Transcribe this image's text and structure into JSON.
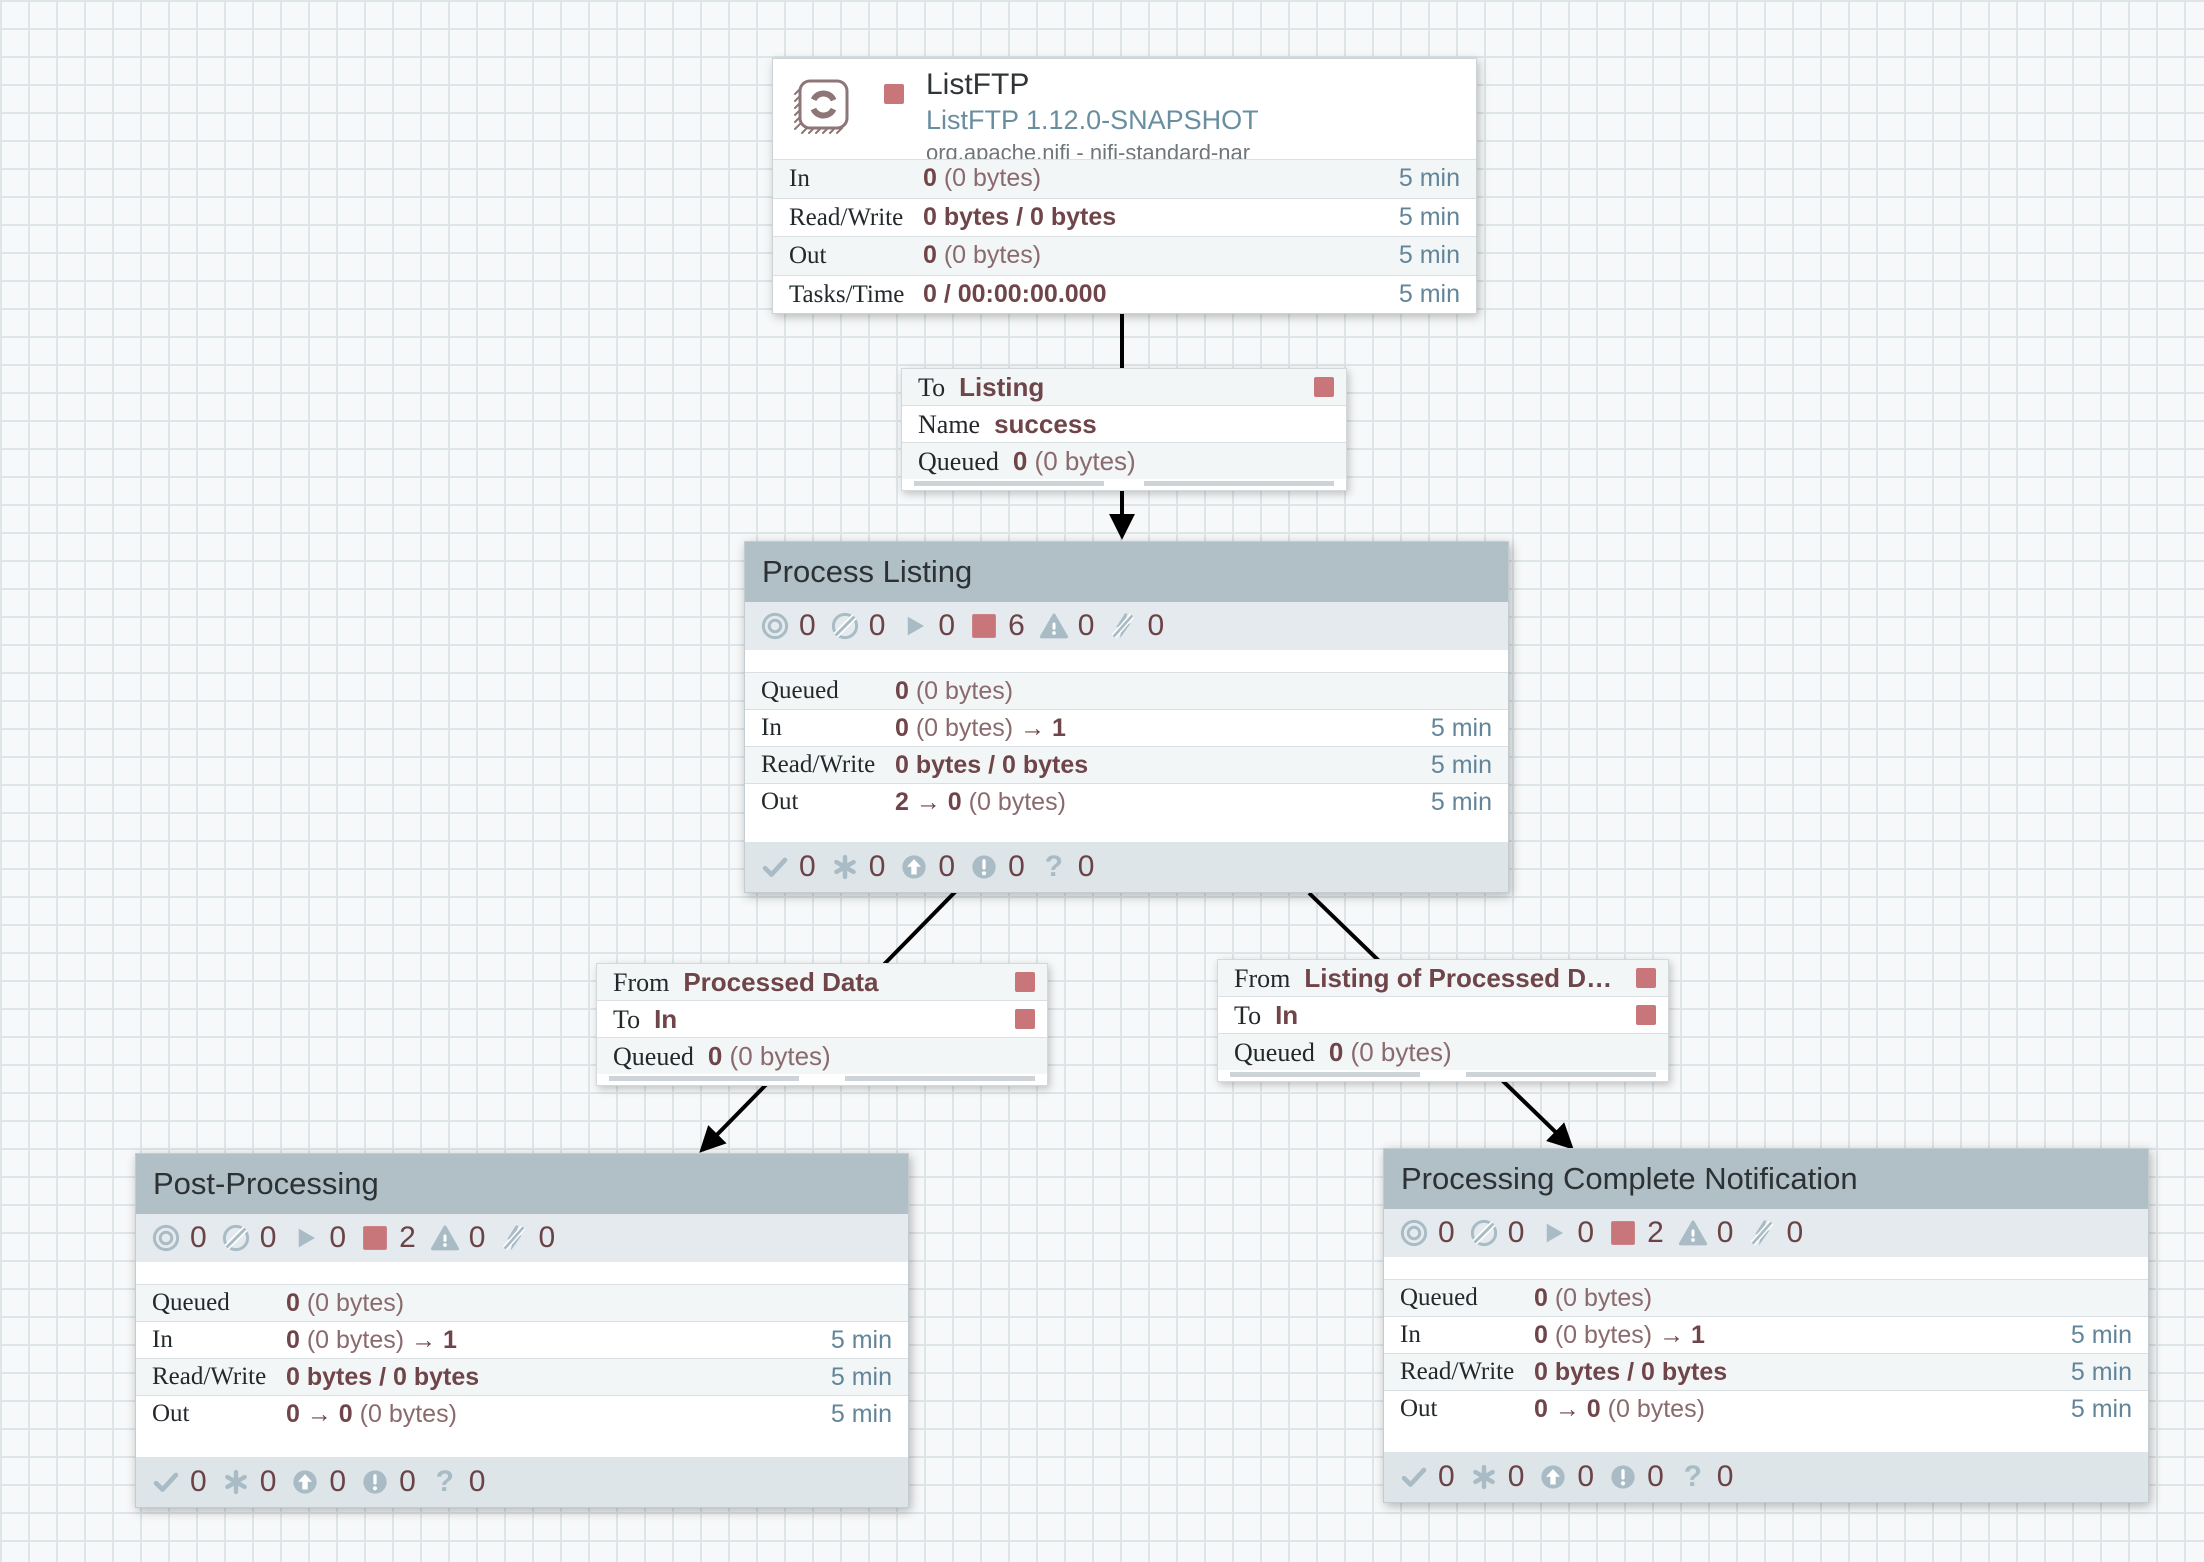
{
  "processor": {
    "title": "ListFTP",
    "type": "ListFTP 1.12.0-SNAPSHOT",
    "bundle": "org.apache.nifi - nifi-standard-nar",
    "state": "stopped",
    "rows": [
      {
        "label": "In",
        "segments": [
          [
            "0",
            1
          ],
          [
            " (0 bytes)",
            0
          ]
        ],
        "window": "5 min"
      },
      {
        "label": "Read/Write",
        "segments": [
          [
            "0 bytes / 0 bytes",
            1
          ]
        ],
        "window": "5 min"
      },
      {
        "label": "Out",
        "segments": [
          [
            "0",
            1
          ],
          [
            " (0 bytes)",
            0
          ]
        ],
        "window": "5 min"
      },
      {
        "label": "Tasks/Time",
        "segments": [
          [
            "0 / 00:00:00.000",
            1
          ]
        ],
        "window": "5 min"
      }
    ]
  },
  "connections": [
    {
      "id": "listftp-to-listing",
      "rows": [
        {
          "label": "To",
          "segments": [
            [
              "Listing",
              1
            ]
          ],
          "square": true
        },
        {
          "label": "Name",
          "segments": [
            [
              "success",
              1
            ]
          ],
          "square": false
        },
        {
          "label": "Queued",
          "segments": [
            [
              "0",
              1
            ],
            [
              " (0 bytes)",
              0
            ]
          ],
          "square": false
        }
      ]
    },
    {
      "id": "processed-data-to-in",
      "rows": [
        {
          "label": "From",
          "segments": [
            [
              "Processed Data",
              1
            ]
          ],
          "square": true
        },
        {
          "label": "To",
          "segments": [
            [
              "In",
              1
            ]
          ],
          "square": true
        },
        {
          "label": "Queued",
          "segments": [
            [
              "0",
              1
            ],
            [
              " (0 bytes)",
              0
            ]
          ],
          "square": false
        }
      ]
    },
    {
      "id": "listing-of-processed-data-to-in",
      "rows": [
        {
          "label": "From",
          "segments": [
            [
              "Listing of Processed D…",
              1
            ]
          ],
          "square": true
        },
        {
          "label": "To",
          "segments": [
            [
              "In",
              1
            ]
          ],
          "square": true
        },
        {
          "label": "Queued",
          "segments": [
            [
              "0",
              1
            ],
            [
              " (0 bytes)",
              0
            ]
          ],
          "square": false
        }
      ]
    }
  ],
  "groups": [
    {
      "title": "Process Listing",
      "status": [
        {
          "icon": "transmitting",
          "count": "0"
        },
        {
          "icon": "not-transmitting",
          "count": "0"
        },
        {
          "icon": "running",
          "count": "0"
        },
        {
          "icon": "stopped",
          "count": "6"
        },
        {
          "icon": "warning",
          "count": "0"
        },
        {
          "icon": "invalid",
          "count": "0"
        }
      ],
      "rows": [
        {
          "label": "Queued",
          "segments": [
            [
              "0",
              1
            ],
            [
              " (0 bytes)",
              0
            ]
          ],
          "window": ""
        },
        {
          "label": "In",
          "segments": [
            [
              "0",
              1
            ],
            [
              " (0 bytes) ",
              0
            ],
            [
              "→ 1",
              1
            ]
          ],
          "window": "5 min"
        },
        {
          "label": "Read/Write",
          "segments": [
            [
              "0 bytes / 0 bytes",
              1
            ]
          ],
          "window": "5 min"
        },
        {
          "label": "Out",
          "segments": [
            [
              "2 → 0",
              1
            ],
            [
              " (0 bytes)",
              0
            ]
          ],
          "window": "5 min"
        }
      ],
      "footer": [
        {
          "icon": "up-to-date",
          "count": "0"
        },
        {
          "icon": "locally-modified",
          "count": "0"
        },
        {
          "icon": "stale",
          "count": "0"
        },
        {
          "icon": "locally-modified-stale",
          "count": "0"
        },
        {
          "icon": "sync-failure",
          "count": "0"
        }
      ]
    },
    {
      "title": "Post-Processing",
      "status": [
        {
          "icon": "transmitting",
          "count": "0"
        },
        {
          "icon": "not-transmitting",
          "count": "0"
        },
        {
          "icon": "running",
          "count": "0"
        },
        {
          "icon": "stopped",
          "count": "2"
        },
        {
          "icon": "warning",
          "count": "0"
        },
        {
          "icon": "invalid",
          "count": "0"
        }
      ],
      "rows": [
        {
          "label": "Queued",
          "segments": [
            [
              "0",
              1
            ],
            [
              " (0 bytes)",
              0
            ]
          ],
          "window": ""
        },
        {
          "label": "In",
          "segments": [
            [
              "0",
              1
            ],
            [
              " (0 bytes) ",
              0
            ],
            [
              "→ 1",
              1
            ]
          ],
          "window": "5 min"
        },
        {
          "label": "Read/Write",
          "segments": [
            [
              "0 bytes / 0 bytes",
              1
            ]
          ],
          "window": "5 min"
        },
        {
          "label": "Out",
          "segments": [
            [
              "0 → 0",
              1
            ],
            [
              " (0 bytes)",
              0
            ]
          ],
          "window": "5 min"
        }
      ],
      "footer": [
        {
          "icon": "up-to-date",
          "count": "0"
        },
        {
          "icon": "locally-modified",
          "count": "0"
        },
        {
          "icon": "stale",
          "count": "0"
        },
        {
          "icon": "locally-modified-stale",
          "count": "0"
        },
        {
          "icon": "sync-failure",
          "count": "0"
        }
      ]
    },
    {
      "title": "Processing Complete Notification",
      "status": [
        {
          "icon": "transmitting",
          "count": "0"
        },
        {
          "icon": "not-transmitting",
          "count": "0"
        },
        {
          "icon": "running",
          "count": "0"
        },
        {
          "icon": "stopped",
          "count": "2"
        },
        {
          "icon": "warning",
          "count": "0"
        },
        {
          "icon": "invalid",
          "count": "0"
        }
      ],
      "rows": [
        {
          "label": "Queued",
          "segments": [
            [
              "0",
              1
            ],
            [
              " (0 bytes)",
              0
            ]
          ],
          "window": ""
        },
        {
          "label": "In",
          "segments": [
            [
              "0",
              1
            ],
            [
              " (0 bytes) ",
              0
            ],
            [
              "→ 1",
              1
            ]
          ],
          "window": "5 min"
        },
        {
          "label": "Read/Write",
          "segments": [
            [
              "0 bytes / 0 bytes",
              1
            ]
          ],
          "window": "5 min"
        },
        {
          "label": "Out",
          "segments": [
            [
              "0 → 0",
              1
            ],
            [
              " (0 bytes)",
              0
            ]
          ],
          "window": "5 min"
        }
      ],
      "footer": [
        {
          "icon": "up-to-date",
          "count": "0"
        },
        {
          "icon": "locally-modified",
          "count": "0"
        },
        {
          "icon": "stale",
          "count": "0"
        },
        {
          "icon": "locally-modified-stale",
          "count": "0"
        },
        {
          "icon": "sync-failure",
          "count": "0"
        }
      ]
    }
  ],
  "colors": {
    "stopped_red": "#c9767b",
    "icon_blue": "#a9bcc6",
    "group_header": "#b1bfc7",
    "value_bold": "#6f4549",
    "value_normal": "#8a6a6d",
    "time_window": "#62859a",
    "wire": "#000000"
  }
}
